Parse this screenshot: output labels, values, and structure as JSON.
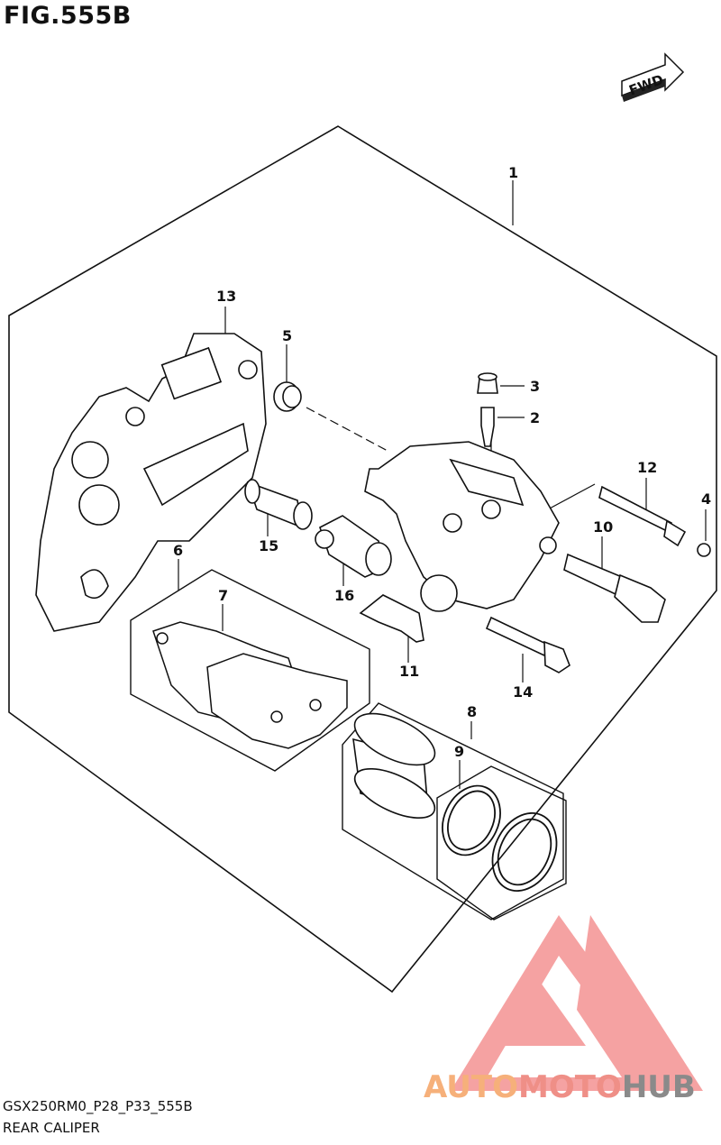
{
  "figure": {
    "title": "FIG.555B",
    "direction_label": "FWD"
  },
  "callouts": [
    "1",
    "2",
    "3",
    "4",
    "5",
    "6",
    "7",
    "8",
    "9",
    "10",
    "11",
    "12",
    "13",
    "14",
    "15",
    "16"
  ],
  "footer": {
    "model_code": "GSX250RM0_P28_P33_555B",
    "part_name": "REAR CALIPER"
  },
  "watermark": {
    "segments": [
      {
        "text": "AUTO",
        "color": "#f6b07a"
      },
      {
        "text": "MOTO",
        "color": "#ef8f87"
      },
      {
        "text": "HUB",
        "color": "#8a8a8a"
      }
    ],
    "logo_color": "#f07a7a"
  }
}
